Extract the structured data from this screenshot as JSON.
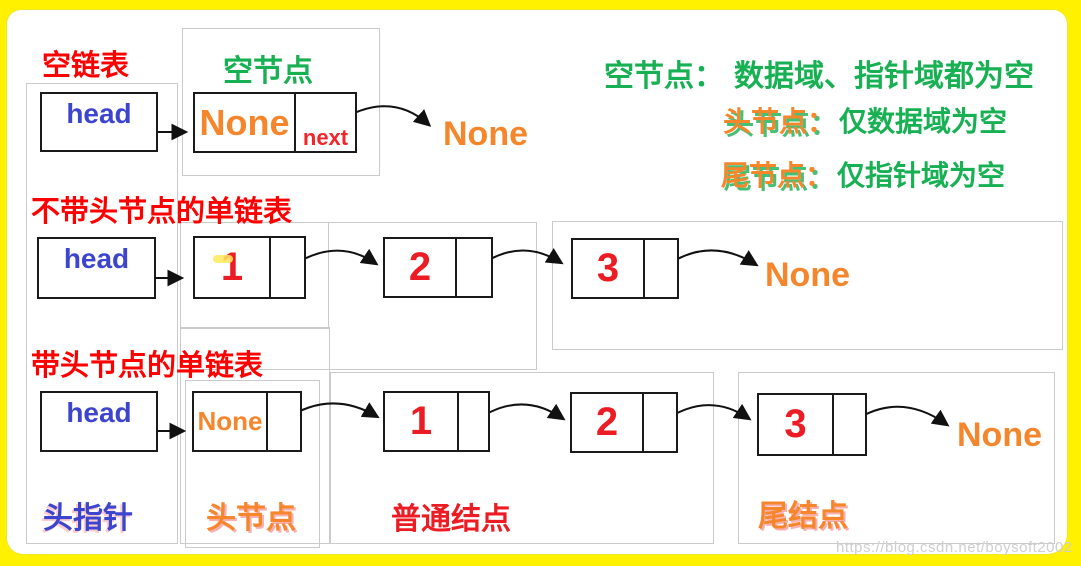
{
  "colors": {
    "frame_yellow": "#FFF100",
    "title_red": "#FE0000",
    "node_value_red": "#EC1C24",
    "orange": "#F6862C",
    "green": "#17B052",
    "blue": "#3D45CE",
    "node_border": "#1A1A1A",
    "group_border": "#CBCBCB"
  },
  "empty_list": {
    "title": "空链表",
    "head_label": "head",
    "empty_node_title": "空节点",
    "node_data": "None",
    "pointer_label": "next",
    "terminal": "None"
  },
  "legend": {
    "lines": [
      {
        "term": "空节点：",
        "desc": "数据域、指针域都为空"
      },
      {
        "term": "头节点：",
        "desc": "仅数据域为空"
      },
      {
        "term": "尾节点：",
        "desc": "仅指针域为空"
      }
    ]
  },
  "list_without_head": {
    "title": "不带头节点的单链表",
    "head_label": "head",
    "nodes": [
      "1",
      "2",
      "3"
    ],
    "terminal": "None"
  },
  "list_with_head": {
    "title": "带头节点的单链表",
    "head_label": "head",
    "head_node_data": "None",
    "nodes": [
      "1",
      "2",
      "3"
    ],
    "terminal": "None"
  },
  "footer": {
    "head_pointer": "头指针",
    "head_node": "头节点",
    "normal_node": "普通结点",
    "tail_node": "尾结点"
  },
  "watermark": "https://blog.csdn.net/boysoft2002"
}
